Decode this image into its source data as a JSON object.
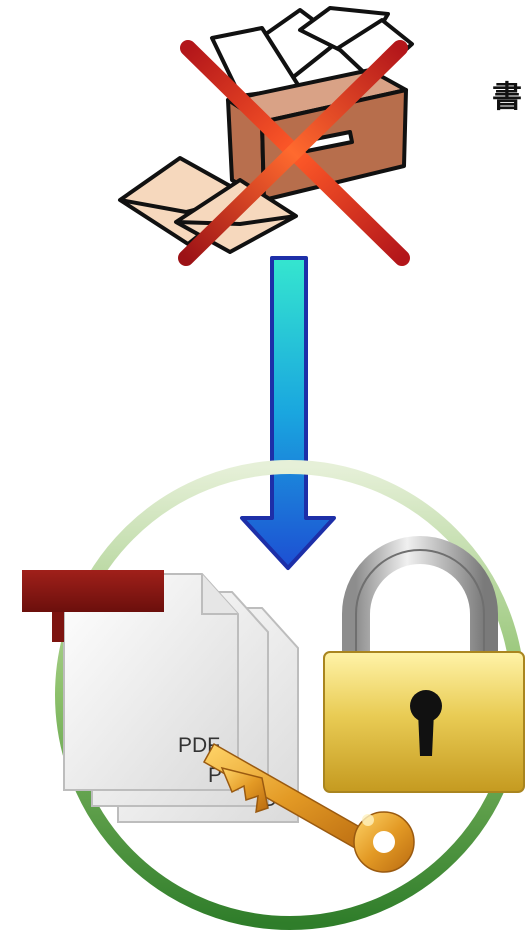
{
  "cropped_text": "書",
  "pdf_labels": [
    "PDF",
    "P",
    "D"
  ],
  "icons": {
    "paper_archive": "filing-box-with-letters-icon",
    "cross": "red-x-icon",
    "arrow": "down-arrow-icon",
    "circle": "green-ring-icon",
    "documents": "pdf-documents-icon",
    "binder": "red-binder-icon",
    "lock": "padlock-icon",
    "key": "golden-key-icon"
  },
  "colors": {
    "cross": "#c8281e",
    "arrow_top": "#2fe0cf",
    "arrow_bottom": "#1f57d6",
    "ring": "#6aa84f",
    "lock_body": "#e6c54b",
    "key": "#e5a12e"
  }
}
